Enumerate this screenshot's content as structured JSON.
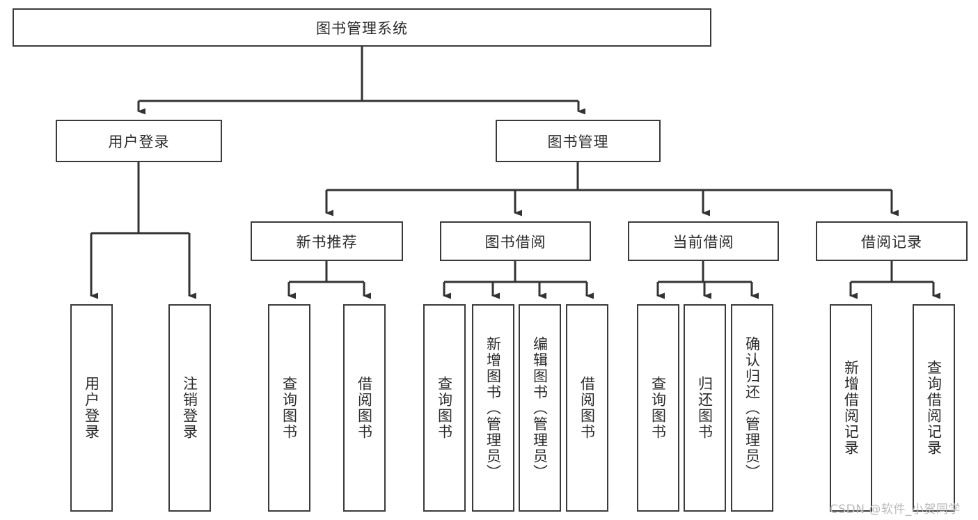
{
  "diagram": {
    "title": "图书管理系统",
    "type": "tree",
    "orientation": "top-down",
    "colors": {
      "box_border": "#3a3a3a",
      "box_fill": "#ffffff",
      "connector": "#333333",
      "text": "#2b2b2b",
      "watermark": "#b9b9b9",
      "background": "#ffffff"
    },
    "watermark": "CSDN @软件_小贺同学",
    "nodes": {
      "root": {
        "label": "图书管理系统"
      },
      "level1": [
        {
          "id": "user-login",
          "label": "用户登录"
        },
        {
          "id": "book-manage",
          "label": "图书管理"
        }
      ],
      "level2": [
        {
          "id": "new-book-recommend",
          "label": "新书推荐",
          "parent": "book-manage"
        },
        {
          "id": "book-borrow",
          "label": "图书借阅",
          "parent": "book-manage"
        },
        {
          "id": "current-borrow",
          "label": "当前借阅",
          "parent": "book-manage"
        },
        {
          "id": "borrow-record",
          "label": "借阅记录",
          "parent": "book-manage"
        }
      ],
      "leaves": {
        "user-login": [
          {
            "id": "leaf-user-login",
            "label": "用户登录"
          },
          {
            "id": "leaf-user-logout",
            "label": "注销登录"
          }
        ],
        "new-book-recommend": [
          {
            "id": "leaf-query-book-1",
            "label": "查询图书"
          },
          {
            "id": "leaf-borrow-book-1",
            "label": "借阅图书"
          }
        ],
        "book-borrow": [
          {
            "id": "leaf-query-book-2",
            "label": "查询图书"
          },
          {
            "id": "leaf-add-book",
            "label": "新增图书（管理员）"
          },
          {
            "id": "leaf-edit-book",
            "label": "编辑图书（管理员）"
          },
          {
            "id": "leaf-borrow-book-2",
            "label": "借阅图书"
          }
        ],
        "current-borrow": [
          {
            "id": "leaf-query-book-3",
            "label": "查询图书"
          },
          {
            "id": "leaf-return-book",
            "label": "归还图书"
          },
          {
            "id": "leaf-confirm-return",
            "label": "确认归还（管理员）"
          }
        ],
        "borrow-record": [
          {
            "id": "leaf-add-record",
            "label": "新增借阅记录"
          },
          {
            "id": "leaf-query-record",
            "label": "查询借阅记录"
          }
        ]
      }
    }
  }
}
